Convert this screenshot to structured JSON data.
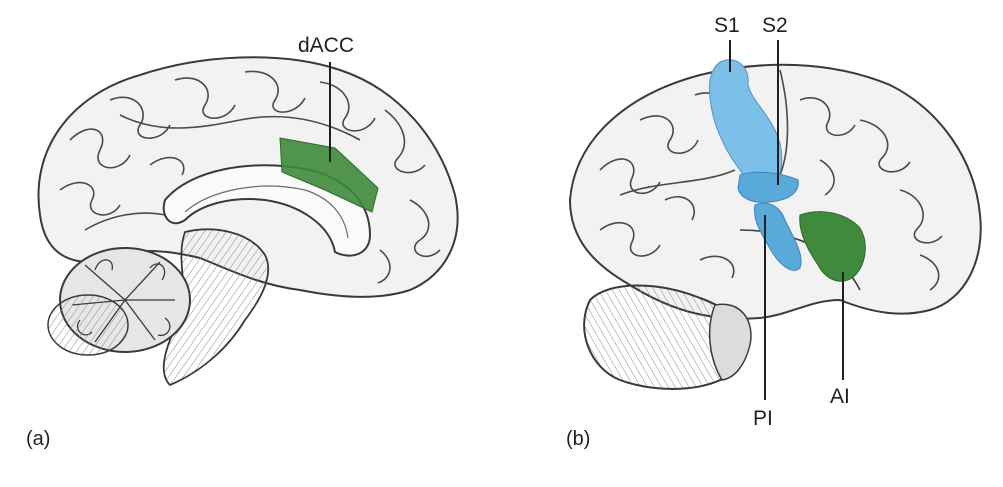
{
  "panel_a": {
    "letter": "(a)",
    "regions": [
      {
        "label": "dACC",
        "color": "#3f8a3c"
      }
    ]
  },
  "panel_b": {
    "letter": "(b)",
    "regions": [
      {
        "label": "S1",
        "color": "#7cbfe8"
      },
      {
        "label": "S2",
        "color": "#5aa9db"
      },
      {
        "label": "PI",
        "color": "#5aa9db"
      },
      {
        "label": "AI",
        "color": "#3f8a3c"
      }
    ]
  }
}
